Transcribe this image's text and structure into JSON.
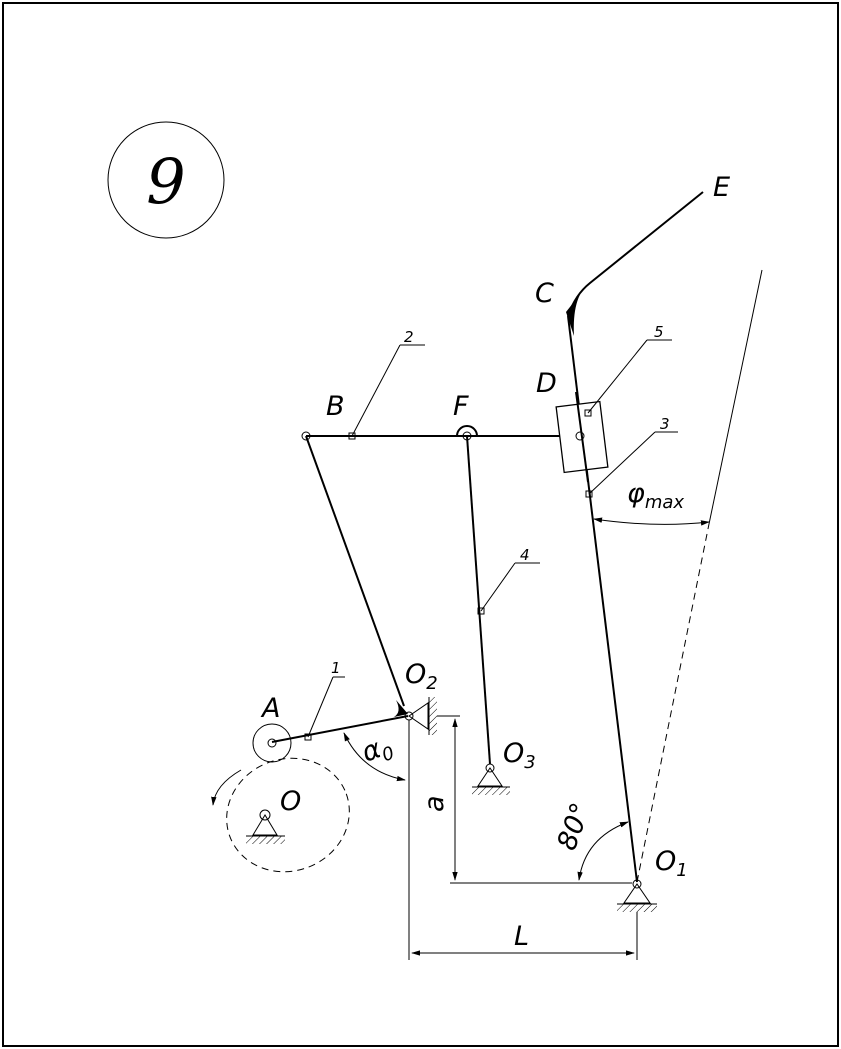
{
  "variant": "9",
  "points": {
    "A": "A",
    "B": "B",
    "C": "C",
    "D": "D",
    "E": "E",
    "F": "F",
    "O": "O",
    "O1_main": "O",
    "O1_sub": "1",
    "O2_main": "O",
    "O2_sub": "2",
    "O3_main": "O",
    "O3_sub": "3"
  },
  "links": [
    "1",
    "2",
    "3",
    "4",
    "5"
  ],
  "dimensions": {
    "angle_80": "80°",
    "alpha_main": "α",
    "alpha_sub": "0",
    "phi_main": "φ",
    "phi_sub": "max",
    "a": "a",
    "L": "L"
  }
}
